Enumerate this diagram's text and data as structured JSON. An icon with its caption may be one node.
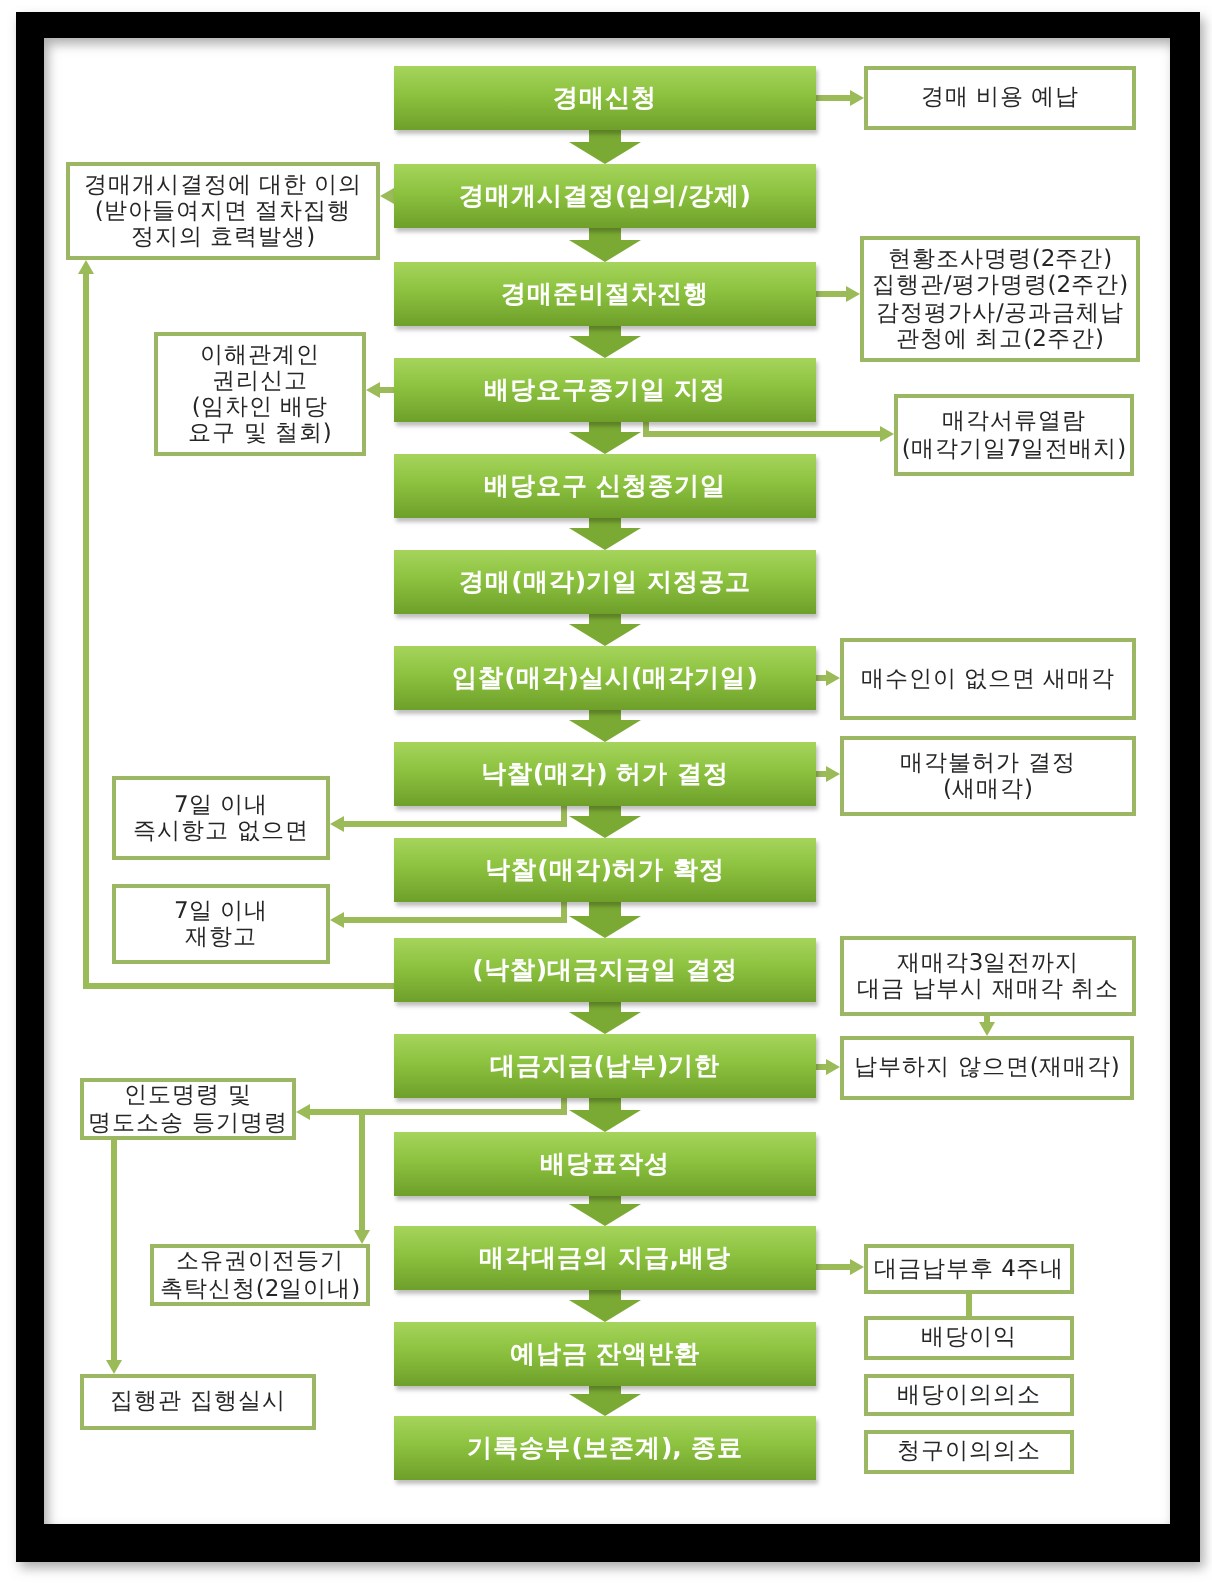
{
  "diagram": {
    "nodes": [
      {
        "text": [
          "경매신청"
        ]
      },
      {
        "text": [
          "경매 비용 예납"
        ]
      },
      {
        "text": [
          "경매개시결정에 대한 이의 (받아들여지면 절차집행 정지의 효력발생)"
        ]
      },
      {
        "text": [
          "경매개시결정(임의/강제)"
        ]
      },
      {
        "text": [
          "경매준비절차진행"
        ]
      },
      {
        "text": [
          "현황조사명령(2주간) 집행관/평가명령(2주간) 감정평가사/공과금체납 관청에 최고(2주간)"
        ]
      },
      {
        "text": [
          "이해관계인 권리신고 (임차인 배당 요구 및 철회)"
        ]
      },
      {
        "text": [
          "배당요구종기일 지정"
        ]
      },
      {
        "text": [
          "매각서류열람 (매각기일7일전배치)"
        ]
      },
      {
        "text": [
          "배당요구 신청종기일"
        ]
      },
      {
        "text": [
          "경매(매각)기일 지정공고"
        ]
      },
      {
        "text": [
          "입찰(매각)실시(매각기일)"
        ]
      },
      {
        "text": [
          "매수인이 없으면 새매각"
        ]
      },
      {
        "text": [
          "낙찰(매각) 허가 결정"
        ]
      },
      {
        "text": [
          "매각불허가 결정 (새매각)"
        ]
      },
      {
        "text": [
          "7일 이내 즉시항고 없으면"
        ]
      },
      {
        "text": [
          "낙찰(매각)허가 확정"
        ]
      },
      {
        "text": [
          "7일 이내 재항고"
        ]
      },
      {
        "text": [
          "(낙찰)대금지급일 결정"
        ]
      },
      {
        "text": [
          "재매각3일전까지 대금 납부시 재매각 취소"
        ]
      },
      {
        "text": [
          "대금지급(납부)기한"
        ]
      },
      {
        "text": [
          "납부하지 않으면(재매각)"
        ]
      },
      {
        "text": [
          "인도명령 및 명도소송 등기명령"
        ]
      },
      {
        "text": [
          "배당표작성"
        ]
      },
      {
        "text": [
          "소유권이전등기 촉탁신청(2일이내)"
        ]
      },
      {
        "text": [
          "매각대금의 지급,배당"
        ]
      },
      {
        "text": [
          "대금납부후 4주내"
        ]
      },
      {
        "text": [
          "예납금 잔액반환"
        ]
      },
      {
        "text": [
          "배당이익"
        ]
      },
      {
        "text": [
          "집행관 집행실시"
        ]
      },
      {
        "text": [
          "배당이의의소"
        ]
      },
      {
        "text": [
          "기록송부(보존계), 종료"
        ]
      },
      {
        "text": [
          "청구이의의소"
        ]
      }
    ],
    "edges": [
      {
        "from": 0,
        "to": 3,
        "arrow": "to",
        "style": "thick",
        "color": "#7aaa33"
      },
      {
        "from": 0,
        "to": 1,
        "arrow": "to"
      },
      {
        "from": 3,
        "to": 4,
        "arrow": "to",
        "style": "thick",
        "color": "#7aaa33"
      },
      {
        "from": 3,
        "to": 2,
        "arrow": "to"
      },
      {
        "from": 4,
        "to": 7,
        "arrow": "to",
        "style": "thick",
        "color": "#7aaa33"
      },
      {
        "from": 4,
        "to": 5,
        "arrow": "to"
      },
      {
        "from": 7,
        "to": 9,
        "arrow": "to",
        "style": "thick",
        "color": "#7aaa33"
      },
      {
        "from": 7,
        "to": 6,
        "arrow": "to"
      },
      {
        "from": 7,
        "to": 8,
        "arrow": "to"
      },
      {
        "from": 9,
        "to": 10,
        "arrow": "to",
        "style": "thick",
        "color": "#7aaa33"
      },
      {
        "from": 10,
        "to": 11,
        "arrow": "to",
        "style": "thick",
        "color": "#7aaa33"
      },
      {
        "from": 11,
        "to": 13,
        "arrow": "to",
        "style": "thick",
        "color": "#7aaa33"
      },
      {
        "from": 11,
        "to": 12,
        "arrow": "to"
      },
      {
        "from": 13,
        "to": 16,
        "arrow": "to",
        "style": "thick",
        "color": "#7aaa33"
      },
      {
        "from": 13,
        "to": 14,
        "arrow": "to"
      },
      {
        "from": 13,
        "to": 15,
        "arrow": "to"
      },
      {
        "from": 16,
        "to": 18,
        "arrow": "to",
        "style": "thick",
        "color": "#7aaa33"
      },
      {
        "from": 16,
        "to": 17,
        "arrow": "to"
      },
      {
        "from": 18,
        "to": 20,
        "arrow": "to",
        "style": "thick",
        "color": "#7aaa33"
      },
      {
        "from": 18,
        "to": 2,
        "arrow": "to"
      },
      {
        "from": 19,
        "to": 21,
        "arrow": "to"
      },
      {
        "from": 20,
        "to": 23,
        "arrow": "to",
        "style": "thick",
        "color": "#7aaa33"
      },
      {
        "from": 20,
        "to": 21,
        "arrow": "to"
      },
      {
        "from": 20,
        "to": 22,
        "arrow": "to"
      },
      {
        "from": 20,
        "to": 24,
        "arrow": "to"
      },
      {
        "from": 22,
        "to": 29,
        "arrow": "to"
      },
      {
        "from": 23,
        "to": 25,
        "arrow": "to",
        "style": "thick",
        "color": "#7aaa33"
      },
      {
        "from": 25,
        "to": 27,
        "arrow": "to",
        "style": "thick",
        "color": "#7aaa33"
      },
      {
        "from": 25,
        "to": 26,
        "arrow": "to"
      },
      {
        "from": 26,
        "to": 28,
        "arrow": "none"
      },
      {
        "from": 27,
        "to": 31,
        "arrow": "to",
        "style": "thick",
        "color": "#7aaa33"
      }
    ]
  }
}
